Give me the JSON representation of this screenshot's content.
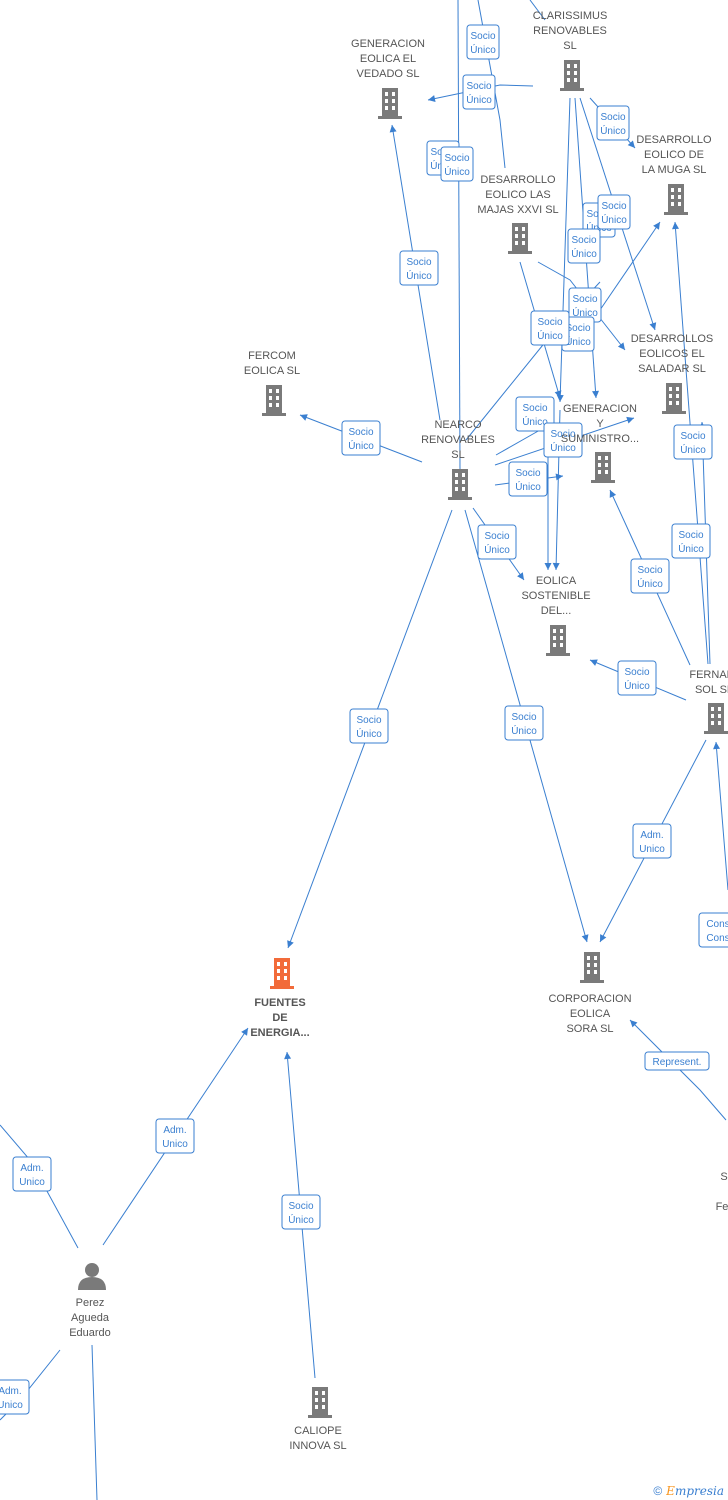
{
  "colors": {
    "edge": "#3a7fd0",
    "building": "#7a7a7a",
    "focus": "#f26b3a",
    "person": "#7a7a7a",
    "label": "#555555"
  },
  "nodes": [
    {
      "id": "clarissimus",
      "kind": "company",
      "lines": [
        "CLARISSIMUS",
        "RENOVABLES",
        "SL"
      ]
    },
    {
      "id": "generacion-vedado",
      "kind": "company",
      "lines": [
        "GENERACION",
        "EOLICA EL",
        "VEDADO SL"
      ]
    },
    {
      "id": "desarrollo-muga",
      "kind": "company",
      "lines": [
        "DESARROLLO",
        "EOLICO DE",
        "LA MUGA SL"
      ]
    },
    {
      "id": "desarrollo-majas",
      "kind": "company",
      "lines": [
        "DESARROLLO",
        "EOLICO LAS",
        "MAJAS XXVI  SL"
      ]
    },
    {
      "id": "fercom",
      "kind": "company",
      "lines": [
        "FERCOM",
        "EOLICA SL"
      ]
    },
    {
      "id": "desarrollos-saladar",
      "kind": "company",
      "lines": [
        "DESARROLLOS",
        "EOLICOS EL",
        "SALADAR SL"
      ]
    },
    {
      "id": "nearco",
      "kind": "company",
      "lines": [
        "NEARCO",
        "RENOVABLES",
        "SL"
      ]
    },
    {
      "id": "generacion-suministro",
      "kind": "company",
      "lines": [
        "GENERACION",
        "Y",
        "SUMINISTRO..."
      ]
    },
    {
      "id": "eolica-sostenible",
      "kind": "company",
      "lines": [
        "EOLICA",
        "SOSTENIBLE",
        "DEL..."
      ]
    },
    {
      "id": "fernan",
      "kind": "company",
      "lines": [
        "FERNAN",
        "SOL SL"
      ]
    },
    {
      "id": "fuentes",
      "kind": "focus",
      "lines": [
        "FUENTES",
        "DE",
        "ENERGIA..."
      ]
    },
    {
      "id": "corporacion",
      "kind": "company",
      "lines": [
        "CORPORACION",
        "EOLICA",
        "SORA  SL"
      ]
    },
    {
      "id": "perez",
      "kind": "person",
      "lines": [
        "Perez",
        "Agueda",
        "Eduardo"
      ]
    },
    {
      "id": "caliope",
      "kind": "company",
      "lines": [
        "CALIOPE",
        "INNOVA SL"
      ]
    },
    {
      "id": "partial-right",
      "kind": "partial",
      "lines": [
        "S",
        "Fe"
      ]
    }
  ],
  "edge_labels": {
    "socio": [
      "Socio",
      "Único"
    ],
    "adm": [
      "Adm.",
      "Unico"
    ],
    "represent": [
      "Represent."
    ],
    "cons": [
      "Cons",
      "Cons"
    ]
  },
  "brand": {
    "copyright": "©",
    "name_first": "E",
    "name_rest": "mpresia"
  }
}
